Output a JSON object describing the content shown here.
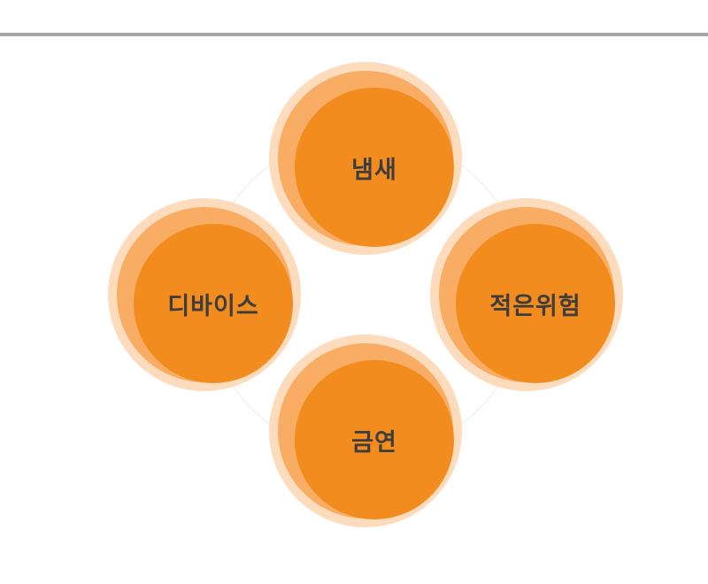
{
  "diagram": {
    "nodes": [
      {
        "label": "냄새"
      },
      {
        "label": "디바이스"
      },
      {
        "label": "적은위험"
      },
      {
        "label": "금연"
      }
    ]
  },
  "colors": {
    "outer_glow": "#fcdcbc",
    "middle_ring": "#f9ac63",
    "core": "#f28c1e",
    "label_text": "#3d3d3d",
    "top_rule": "#a6a6a6"
  }
}
